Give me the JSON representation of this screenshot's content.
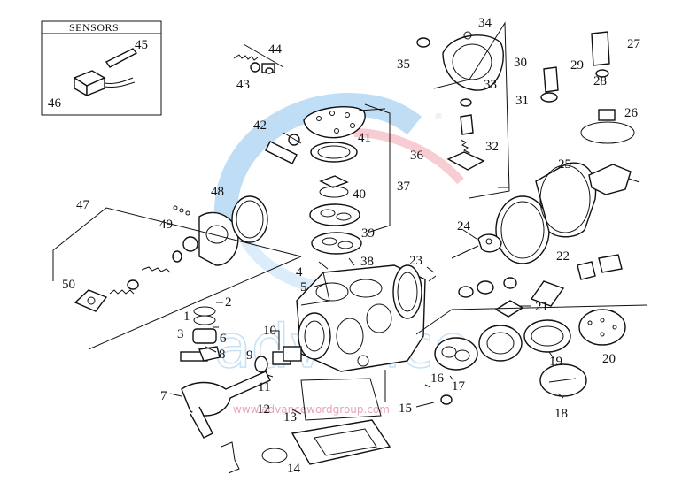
{
  "sensors_box": {
    "title": "SENSORS"
  },
  "watermark": {
    "url_text": "www.advancewordgroup.com",
    "brand_color": "#2f8fd3",
    "accent_color": "#e05a6a"
  },
  "labels": [
    "1",
    "2",
    "3",
    "4",
    "5",
    "6",
    "7",
    "8",
    "9",
    "10",
    "11",
    "12",
    "13",
    "14",
    "15",
    "16",
    "17",
    "18",
    "19",
    "20",
    "21",
    "22",
    "23",
    "24",
    "25",
    "26",
    "27",
    "28",
    "29",
    "30",
    "31",
    "32",
    "33",
    "34",
    "35",
    "36",
    "37",
    "38",
    "39",
    "40",
    "41",
    "42",
    "43",
    "44",
    "45",
    "46",
    "47",
    "48",
    "49",
    "50"
  ]
}
